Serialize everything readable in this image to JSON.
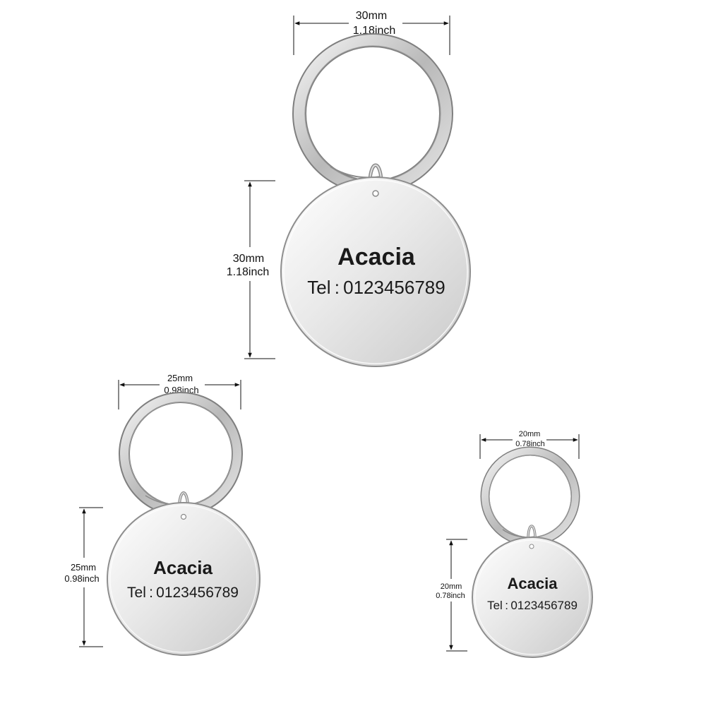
{
  "tags": [
    {
      "id": "large",
      "name": "Acacia",
      "tel": "Tel : 0123456789",
      "width": {
        "mm": "30mm",
        "inch": "1.18inch"
      },
      "height": {
        "mm": "30mm",
        "inch": "1.18inch"
      }
    },
    {
      "id": "medium",
      "name": "Acacia",
      "tel": "Tel : 0123456789",
      "width": {
        "mm": "25mm",
        "inch": "0.98inch"
      },
      "height": {
        "mm": "25mm",
        "inch": "0.98inch"
      }
    },
    {
      "id": "small",
      "name": "Acacia",
      "tel": "Tel : 0123456789",
      "width": {
        "mm": "20mm",
        "inch": "0.78inch"
      },
      "height": {
        "mm": "20mm",
        "inch": "0.78inch"
      }
    }
  ],
  "colors": {
    "steel_light": "#f2f2f2",
    "steel_mid": "#d4d4d4",
    "steel_dark": "#8e8e8e",
    "engraving": "#1a1a1a",
    "dimension_line": "#111111"
  }
}
